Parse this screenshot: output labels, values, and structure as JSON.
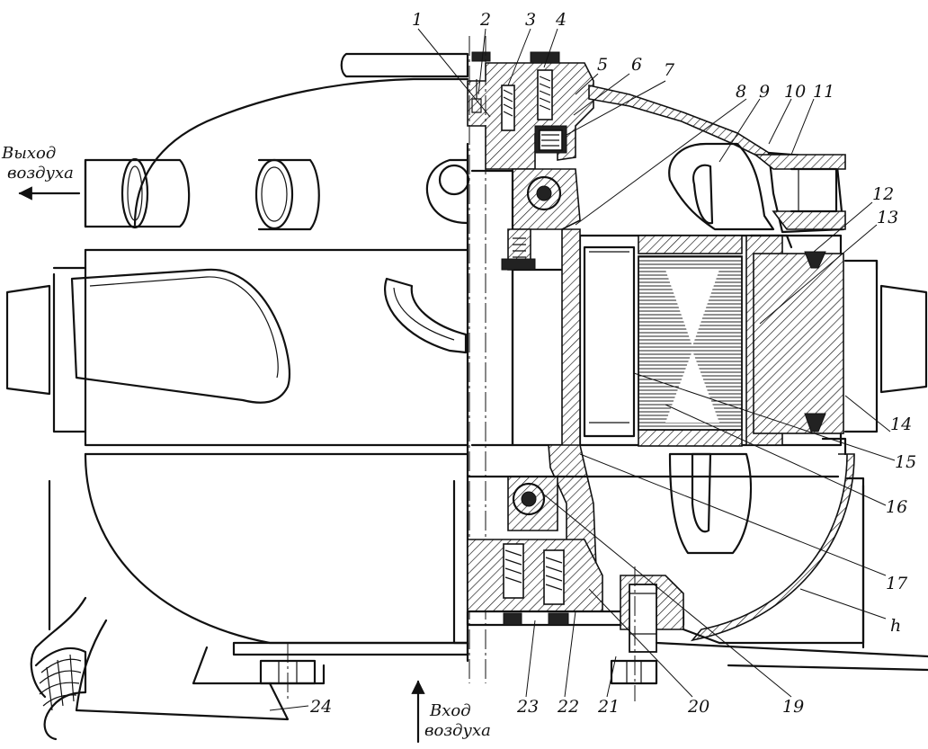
{
  "captions": {
    "air_out_line1": "Выход",
    "air_out_line2": "воздуха",
    "air_in_line1": "Вход",
    "air_in_line2": "воздуха"
  },
  "callouts": [
    "1",
    "2",
    "3",
    "4",
    "5",
    "6",
    "7",
    "8",
    "9",
    "10",
    "11",
    "12",
    "13",
    "14",
    "15",
    "16",
    "17",
    "h",
    "19",
    "20",
    "21",
    "22",
    "23",
    "24"
  ]
}
